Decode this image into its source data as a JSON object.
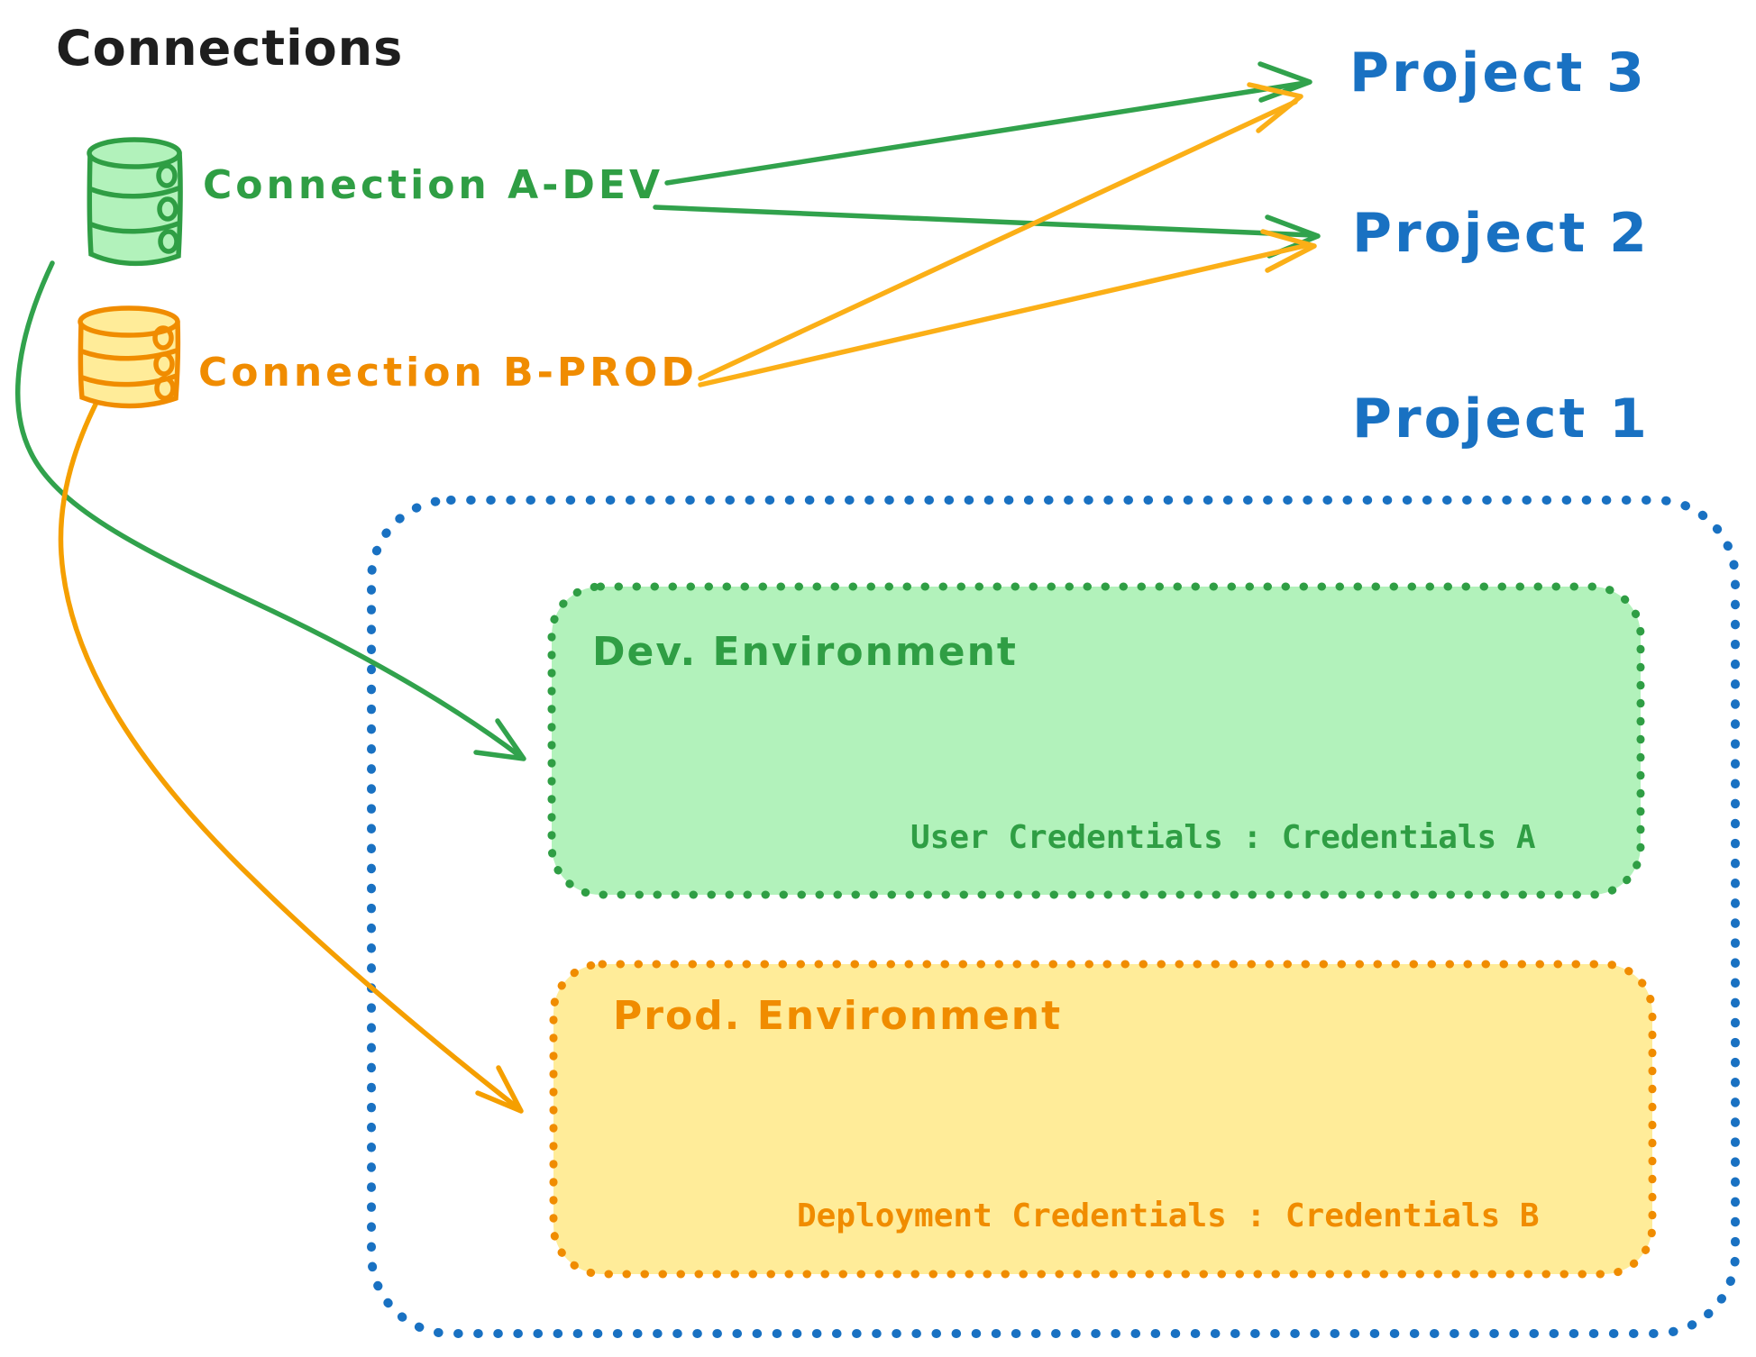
{
  "diagram_title": "Connections",
  "connections": {
    "a_dev": {
      "label": "Connection A-DEV",
      "icon": "database-icon",
      "color": "#2f9e44",
      "fill_color": "#b2f2bb",
      "targets": [
        "Project 3",
        "Project 2",
        "Dev. Environment"
      ]
    },
    "b_prod": {
      "label": "Connection B-PROD",
      "icon": "database-icon",
      "color": "#f08c00",
      "fill_color": "#ffec99",
      "targets": [
        "Project 3",
        "Project 2",
        "Prod. Environment"
      ]
    }
  },
  "projects": {
    "p3": {
      "label": "Project 3"
    },
    "p2": {
      "label": "Project 2"
    },
    "p1": {
      "label": "Project 1"
    }
  },
  "project1_container": {
    "border_color": "#1971c2",
    "dev_environment": {
      "title": "Dev. Environment",
      "credentials_line": "User Credentials : Credentials A",
      "stroke_color": "#2f9e44",
      "fill_color": "#b2f2bb"
    },
    "prod_environment": {
      "title": "Prod. Environment",
      "credentials_line": "Deployment Credentials : Credentials B",
      "stroke_color": "#f08c00",
      "fill_color": "#ffec99"
    }
  },
  "colors": {
    "text_black": "#1e1e1e",
    "blue": "#1971c2",
    "green": "#2f9e44",
    "green_fill": "#b2f2bb",
    "orange": "#f08c00",
    "orange_fill": "#ffec99",
    "orange_arrow": "#fbaf17"
  }
}
